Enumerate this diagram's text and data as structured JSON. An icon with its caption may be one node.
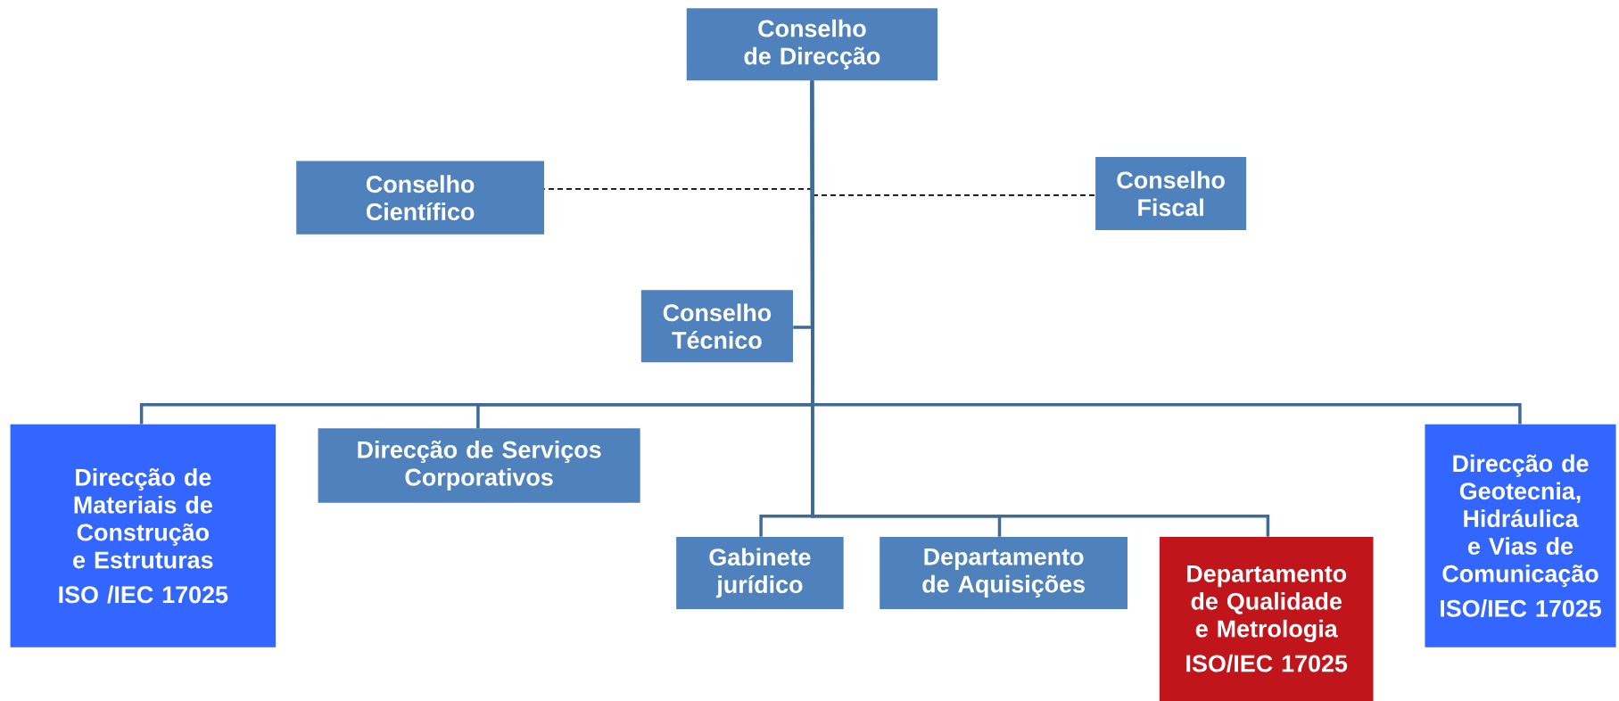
{
  "diagram": {
    "nodes": [
      {
        "text": [
          "Conselho de Direcção"
        ]
      },
      {
        "text": [
          "Conselho Científico"
        ]
      },
      {
        "text": [
          "Conselho Fiscal"
        ]
      },
      {
        "text": [
          "Conselho Técnico"
        ]
      },
      {
        "text": [
          "Direcção de Materiais de Construção e Estruturas",
          "ISO /IEC 17025"
        ]
      },
      {
        "text": [
          "Direcção de Serviços Corporativos"
        ]
      },
      {
        "text": [
          "Gabinete jurídico"
        ]
      },
      {
        "text": [
          "Departamento de Aquisições"
        ]
      },
      {
        "text": [
          "Departamento de Qualidade e Metrologia",
          "ISO/IEC 17025"
        ]
      },
      {
        "text": [
          "Direcção de Geotecnia, Hidráulica e Vias de Comunicação",
          "ISO/IEC 17025"
        ]
      }
    ],
    "edges": [
      {
        "from": null,
        "to": 1,
        "arrow": "none",
        "style": "dashed",
        "color": "#000000"
      },
      {
        "from": null,
        "to": 2,
        "arrow": "none",
        "style": "dashed",
        "color": "#000000"
      },
      {
        "from": 0,
        "to": 3,
        "arrow": "none"
      },
      {
        "from": 0,
        "to": 4,
        "arrow": "none"
      },
      {
        "from": 0,
        "to": 5,
        "arrow": "none"
      },
      {
        "from": 0,
        "to": 9,
        "arrow": "none"
      },
      {
        "from": 0,
        "to": 6,
        "arrow": "none"
      },
      {
        "from": 0,
        "to": 7,
        "arrow": "none"
      },
      {
        "from": 0,
        "to": 8,
        "arrow": "none"
      }
    ]
  }
}
